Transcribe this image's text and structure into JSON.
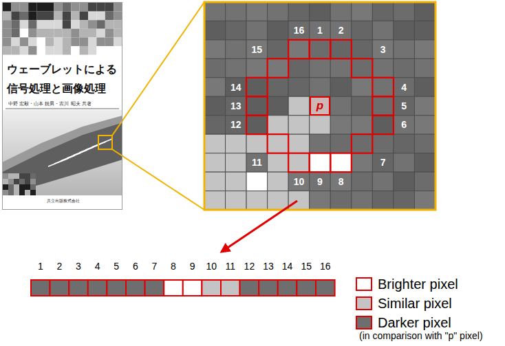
{
  "diagram": {
    "nodes": [
      {
        "text": [
          "ウェーブレットによる 信号処理と画像処理",
          "中野 宏毅・山本 鋭男・吉川 昭夫 共著",
          "共立出版株式会社"
        ]
      },
      {
        "text": [
          "p"
        ]
      }
    ],
    "labels": [
      "16",
      "1",
      "2",
      "15",
      "3",
      "14",
      "4",
      "13",
      "5",
      "12",
      "6",
      "11",
      "7",
      "10",
      "9",
      "8",
      "1",
      "2",
      "3",
      "4",
      "5",
      "6",
      "7",
      "8",
      "9",
      "10",
      "11",
      "12",
      "13",
      "14",
      "15",
      "16",
      "(in comparison with \"p\" pixel)"
    ],
    "legend": [
      {
        "text": "Brighter pixel",
        "color": "#ffffff"
      },
      {
        "text": "Similar pixel",
        "color": "#c4c4c4"
      },
      {
        "text": "Darker pixel",
        "color": "#6e6e6e"
      }
    ]
  }
}
